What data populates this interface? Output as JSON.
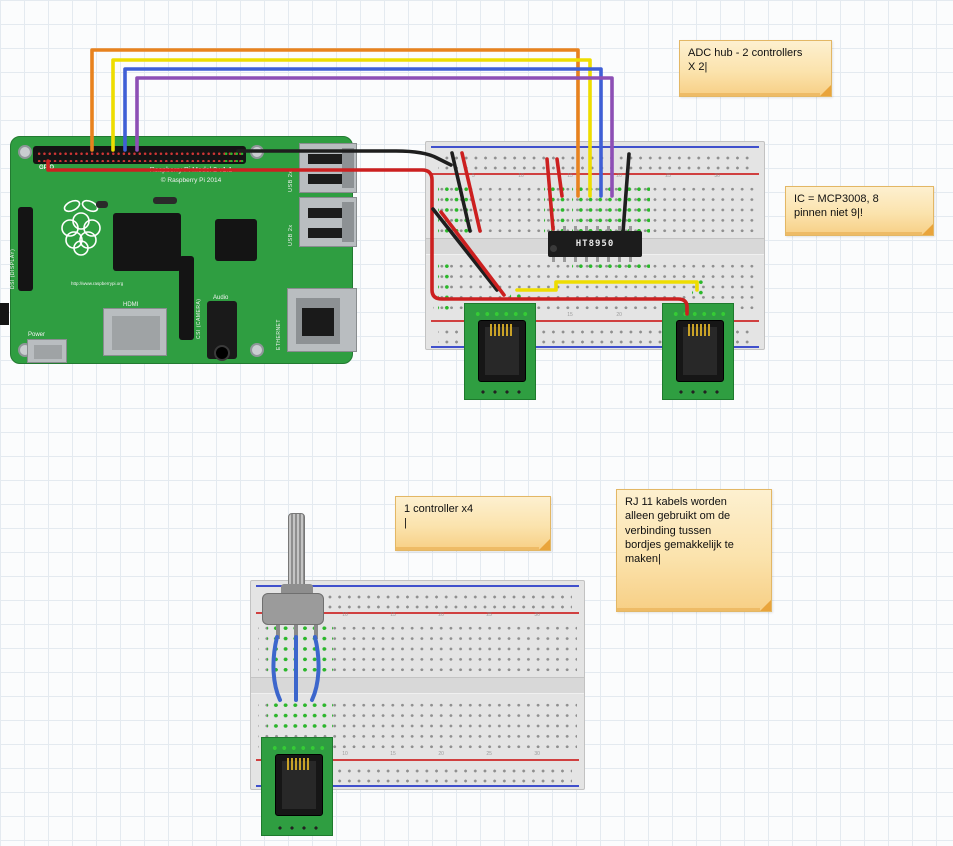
{
  "notes": {
    "adc_hub": "ADC hub - 2 controllers\nX 2|",
    "ic_mcp": "IC = MCP3008, 8\npinnen niet 9|!",
    "one_controller": "1 controller  x4\n|",
    "rj11_cables": "RJ 11 kabels worden\nalleen gebruikt om de\nverbinding tussen\nbordjes gemakkelijk te\nmaken|"
  },
  "raspberry_pi": {
    "gpio_label": "GPIO",
    "board_title": "Raspberry Pi Model 2 v1.1",
    "board_subtitle": "© Raspberry Pi 2014",
    "url": "http://www.raspberrypi.org",
    "power_label": "Power",
    "hdmi_label": "HDMI",
    "audio_label": "Audio",
    "usb_label_top": "USB 2x",
    "usb_label_bottom": "USB 2x",
    "ethernet_label": "ETHERNET",
    "dsi_label": "DSI (DISPLAY)",
    "csi_label": "CSI (CAMERA)"
  },
  "breadboard_top": {
    "ic_label": "HT8950",
    "column_labels": [
      "5",
      "10",
      "15",
      "20",
      "25",
      "30"
    ]
  },
  "breadboard_bottom": {
    "column_labels": [
      "5",
      "10",
      "15",
      "20",
      "25",
      "30"
    ]
  },
  "colors": {
    "pi_green": "#2f9e41",
    "breadboard_gray": "#e4e4e4",
    "note_fill_top": "#fdf0d0",
    "note_fill_bottom": "#f7cf85",
    "note_fold": "#e9a43b",
    "wire_orange": "#e8821e",
    "wire_yellow": "#eedd00",
    "wire_blue": "#3f5fd6",
    "wire_purple": "#8d4fb5",
    "wire_red": "#cc2020",
    "wire_black": "#1e1e1e",
    "rail_red": "#d04040",
    "rail_blue": "#4050cc",
    "hole_green": "#2ab82a"
  }
}
